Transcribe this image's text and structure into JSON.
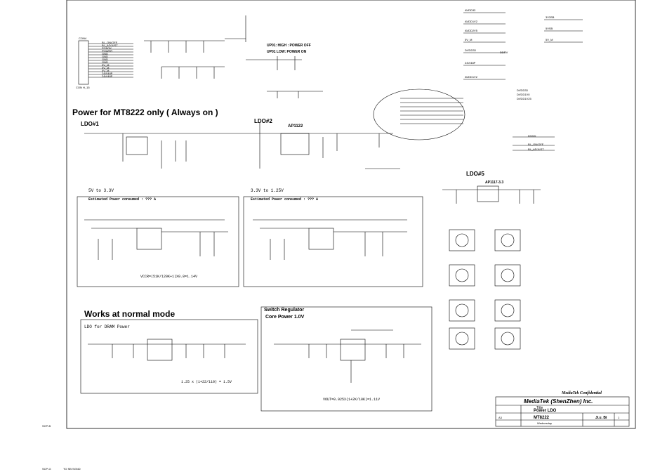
{
  "sheet": {
    "headings": {
      "power_always_on": "Power for MT8222 only ( Always on )",
      "normal_mode": "Works at  normal mode",
      "switch_regulator": "Switch Regulator",
      "core_power": "Core Power 1.0V"
    },
    "ldo_labels": {
      "ldo1": "LDO#1",
      "ldo2": "LDO#2",
      "ldo5": "LDO#5",
      "ap1122": "AP1122",
      "ap1117": "AP1117-3.3"
    },
    "notes": {
      "upd1_high": "UP01: HIGH : POWER OFF",
      "upd1_low": "UP01 LOW: POWER ON",
      "v5_to_3v3": "5V to 3.3V",
      "v3v3_to_1v25": "3.3V to 1.25V",
      "est_power_1": "Estimated Power consumed : ??? A",
      "est_power_2": "Estimated Power consumed : ??? A",
      "vccr_formula": "VCCR=(51K/120K+1)X0.8=1.14V",
      "ldo_dram": "LDO for DRAM Power",
      "dram_formula": "1.25 x (1+22/110) = 1.5V",
      "vout_formula": "VOUT=0.925X(1+2K/10K)=1.11V"
    },
    "connector": {
      "ref": "CON4",
      "footer": "CON H_15",
      "pins": [
        "BL_ON/OFF",
        "BL_ADJUST",
        "PCBOK",
        "POWER",
        "GND",
        "GND",
        "GND",
        "GND",
        "5V_M",
        "5V_M",
        "5V_M",
        "24V/48P",
        "24V/48P"
      ]
    },
    "nets": {
      "top_right": [
        "AVDD33",
        "AVDD1V2",
        "AVDD2V5",
        "5V_M",
        "DVDD33",
        "DDRV",
        "24V/48P",
        "AVDD1V2",
        "3V3SB",
        "5VSB",
        "5V_M",
        "DVDD33",
        "DVDD1V0",
        "DVDD1V25"
      ],
      "right_small": [
        "DVDD",
        "BL_ON/OFF",
        "BL_ADJUST"
      ]
    },
    "title_block": {
      "confidential": "MediaTek Confidential",
      "company": "MediaTek (ShenZhen) Inc.",
      "title_label": "Title",
      "title_value": "Power LDO",
      "doc_number": "MT8222",
      "rev": "1",
      "designer": "Ji.u. Bi",
      "size": "A3",
      "date": "Wednesday"
    },
    "margin_text": {
      "top_left_a": "SCP-B",
      "bottom_left_a": "SCP-G",
      "bottom_left_b": "TO SB SGND"
    }
  }
}
